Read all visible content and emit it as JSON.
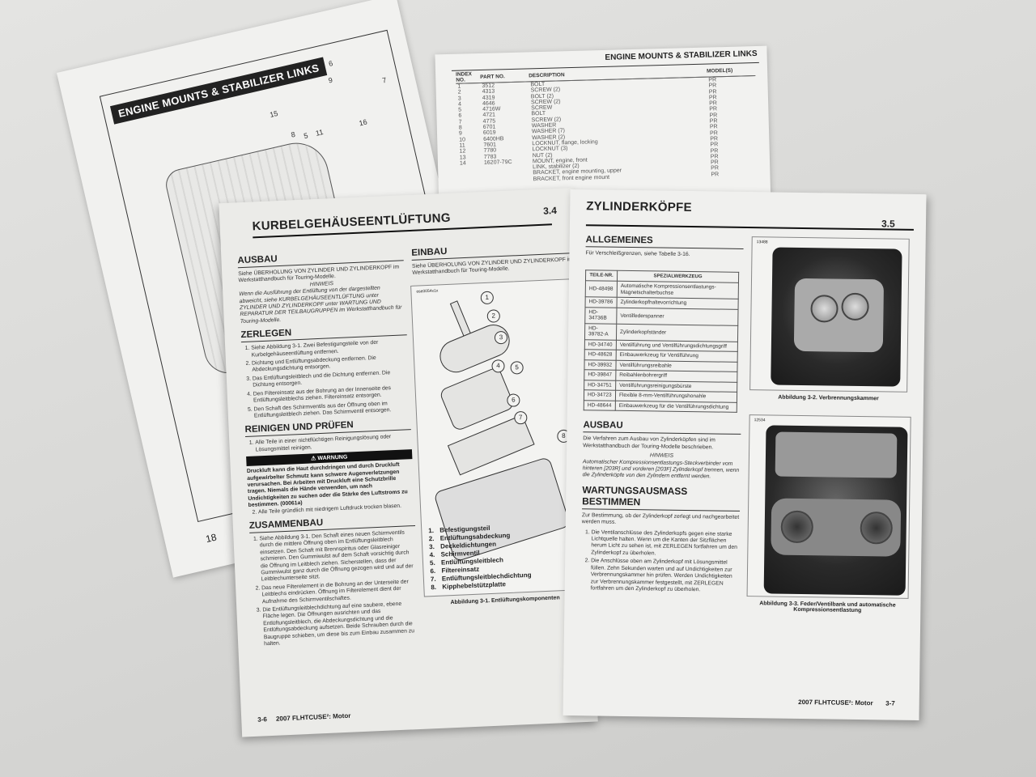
{
  "back_left_page": {
    "banner": "ENGINE MOUNTS & STABILIZER LINKS",
    "page_number": "18",
    "callouts": [
      "6",
      "9",
      "7",
      "15",
      "8",
      "5",
      "11",
      "16"
    ]
  },
  "back_right_page": {
    "title": "ENGINE MOUNTS & STABILIZER LINKS",
    "headers": [
      "INDEX NO.",
      "PART NO.",
      "DESCRIPTION",
      "MODEL(S)"
    ],
    "rows": [
      [
        "1",
        "3512",
        "BOLT",
        "PR"
      ],
      [
        "2",
        "4313",
        "SCREW (2)",
        "PR"
      ],
      [
        "3",
        "4319",
        "BOLT (2)",
        "PR"
      ],
      [
        "4",
        "4646",
        "SCREW (2)",
        "PR"
      ],
      [
        "5",
        "4716W",
        "SCREW",
        "PR"
      ],
      [
        "6",
        "4721",
        "BOLT",
        "PR"
      ],
      [
        "7",
        "4775",
        "SCREW (2)",
        "PR"
      ],
      [
        "8",
        "6701",
        "WASHER",
        "PR"
      ],
      [
        "9",
        "6019",
        "WASHER (7)",
        "PR"
      ],
      [
        "10",
        "6400HB",
        "WASHER (2)",
        "PR"
      ],
      [
        "11",
        "7601",
        "LOCKNUT, flange, locking",
        "PR"
      ],
      [
        "12",
        "7780",
        "LOCKNUT (3)",
        "PR"
      ],
      [
        "13",
        "7783",
        "NUT (2)",
        "PR"
      ],
      [
        "14",
        "16207-79C",
        "MOUNT, engine, front",
        "PR"
      ],
      [
        "",
        "",
        "LINK, stabilizer (2)",
        "PR"
      ],
      [
        "",
        "",
        "BRACKET, engine mounting, upper",
        "PR"
      ],
      [
        "",
        "",
        "BRACKET, front engine mount",
        "PR"
      ]
    ]
  },
  "front_left_page": {
    "title": "KURBELGEHÄUSEENTLÜFTUNG",
    "section": "3.4",
    "ausbau": {
      "heading": "AUSBAU",
      "text": "Siehe ÜBERHOLUNG VON ZYLINDER UND ZYLINDERKOPF im Werkstatthandbuch für Touring-Modelle.",
      "note_label": "HINWEIS",
      "note": "Wenn die Ausführung der Entlüftung von der dargestellten abweicht, siehe KURBELGEHÄUSEENTLÜFTUNG unter ZYLINDER UND ZYLINDERKOPF unter WARTUNG UND REPARATUR DER TEILBAUGRUPPEN im Werkstatthandbuch für Touring-Modelle."
    },
    "zerlegen": {
      "heading": "ZERLEGEN",
      "steps": [
        "Siehe Abbildung 3-1. Zwei Befestigungsteile von der Kurbelgehäuseentlüftung entfernen.",
        "Dichtung und Entlüftungsabdeckung entfernen. Die Abdeckungsdichtung entsorgen.",
        "Das Entlüftungsleitblech und die Dichtung entfernen. Die Dichtung entsorgen.",
        "Den Filtereinsatz aus der Bohrung an der Innenseite des Entlüftungsleitblechs ziehen. Filtereinsatz entsorgen.",
        "Den Schaft des Schirmventils aus der Öffnung oben im Entlüftungsleitblech ziehen. Das Schirmventil entsorgen."
      ]
    },
    "reinigen": {
      "heading": "REINIGEN UND PRÜFEN",
      "step1": "Alle Teile in einer nichtflüchtigen Reinigungslösung oder Lösungsmittel reinigen.",
      "warning_label": "WARNUNG",
      "warning": "Druckluft kann die Haut durchdringen und durch Druckluft aufgewirbelter Schmutz kann schwere Augenverletzungen verursachen. Bei Arbeiten mit Druckluft eine Schutzbrille tragen. Niemals die Hände verwenden, um nach Undichtigkeiten zu suchen oder die Stärke des Luftstroms zu bestimmen. (00061a)",
      "step2": "Alle Teile gründlich mit niedrigem Luftdruck trocken blasen."
    },
    "zusammenbau": {
      "heading": "ZUSAMMENBAU",
      "steps": [
        "Siehe Abbildung 3-1. Den Schaft eines neuen Schirmventils durch die mittlere Öffnung oben im Entlüftungsleitblech einsetzen. Den Schaft mit Brennspiritus oder Glasreiniger schmieren. Den Gummiwulst auf dem Schaft vorsichtig durch die Öffnung im Leitblech ziehen. Sicherstellen, dass der Gummiwulst ganz durch die Öffnung gezogen wird und auf der Leitblechunterseite sitzt.",
        "Das neue Filterelement in die Bohrung an der Unterseite der Leitblechs eindrücken. Öffnung im Filterelement dient der Aufnahme des Schirmventilschaftes.",
        "Die Entlüftungsleitblechdichtung auf eine saubere, ebene Fläche legen. Die Öffnungen ausrichten und das Entlüftungsleitblech, die Abdeckungsdichtung und die Entlüftungsabdeckung aufsetzen. Beide Schrauben durch die Baugruppe schieben, um diese bis zum Einbau zusammen zu halten."
      ]
    },
    "einbau": {
      "heading": "EINBAU",
      "text": "Siehe ÜBERHOLUNG VON ZYLINDER UND ZYLINDERKOPF im Werkstatthandbuch für Touring-Modelle."
    },
    "figure": {
      "code": "ose0054x1x",
      "callouts": [
        "1",
        "2",
        "3",
        "4",
        "5",
        "6",
        "7",
        "8"
      ],
      "legend": [
        "Befestigungsteil",
        "Entlüftungsabdeckung",
        "Deckeldichtungen",
        "Schirmventil",
        "Entlüftungsleitblech",
        "Filtereinsatz",
        "Entlüftungsleitblechdichtung",
        "Kipphebelstützplatte"
      ],
      "caption": "Abbildung 3-1. Entlüftungskomponenten"
    },
    "footer": {
      "page": "3-6",
      "title": "2007 FLHTCUSE²: Motor"
    }
  },
  "front_right_page": {
    "title": "ZYLINDERKÖPFE",
    "section": "3.5",
    "allgemeines": {
      "heading": "ALLGEMEINES",
      "text": "Für Verschleißgrenzen, siehe Tabelle 3-16."
    },
    "tool_table": {
      "headers": [
        "TEILE-NR.",
        "SPEZIALWERKZEUG"
      ],
      "rows": [
        [
          "HD-48498",
          "Automatische Kompressionsentlastungs-Magnetschalterbuchse"
        ],
        [
          "HD-39786",
          "Zylinderkopfhaltevorrichtung"
        ],
        [
          "HD-34736B",
          "Ventilfederspanner"
        ],
        [
          "HD-39782-A",
          "Zylinderkopfständer"
        ],
        [
          "HD-34740",
          "Ventilführung und Ventilführungsdichtungsgriff"
        ],
        [
          "HD-48628",
          "Einbauwerkzeug für Ventilführung"
        ],
        [
          "HD-39932",
          "Ventilführungsreibahle"
        ],
        [
          "HD-39847",
          "Reibahlenbohrergriff"
        ],
        [
          "HD-34751",
          "Ventilführungsreinigungsbürste"
        ],
        [
          "HD-34723",
          "Flexible 8-mm-Ventilführungshonahle"
        ],
        [
          "HD-48644",
          "Einbauwerkzeug für die Ventilführungsdichtung"
        ]
      ]
    },
    "ausbau": {
      "heading": "AUSBAU",
      "text": "Die Verfahren zum Ausbau von Zylinderköpfen sind im Werkstatthandbuch der Touring-Modelle beschrieben.",
      "note_label": "HINWEIS",
      "note": "Automatischer Kompressionsentlastungs-Steckverbinder vom hinteren [203R] und vorderen [203F] Zylinderkopf trennen, wenn die Zylinderköpfe von den Zylindern entfernt werden."
    },
    "wartung": {
      "heading": "WARTUNGSAUSMASS BESTIMMEN",
      "text": "Zur Bestimmung, ob der Zylinderkopf zerlegt und nachgearbeitet werden muss.",
      "steps": [
        "Die Ventilanschlüsse des Zylinderkopfs gegen eine starke Lichtquelle halten. Wenn um die Kanten der Sitzflächen herum Licht zu sehen ist, mit ZERLEGEN fortfahren um den Zylinderkopf zu überholen.",
        "Die Anschlüsse oben am Zylinderkopf mit Lösungsmittel füllen. Zehn Sekunden warten und auf Undichtigkeiten zur Verbrennungskammer hin prüfen. Werden Undichtigkeiten zur Verbrennungskammer festgestellt, mit ZERLEGEN fortfahren um den Zylinderkopf zu überholen."
      ]
    },
    "figure2": {
      "code": "13488",
      "caption": "Abbildung 3-2. Verbrennungskammer"
    },
    "figure3": {
      "code": "12534",
      "caption": "Abbildung 3-3. Feder/Ventilbank und automatische Kompressionsentlastung"
    },
    "footer": {
      "title": "2007 FLHTCUSE²: Motor",
      "page": "3-7"
    }
  }
}
